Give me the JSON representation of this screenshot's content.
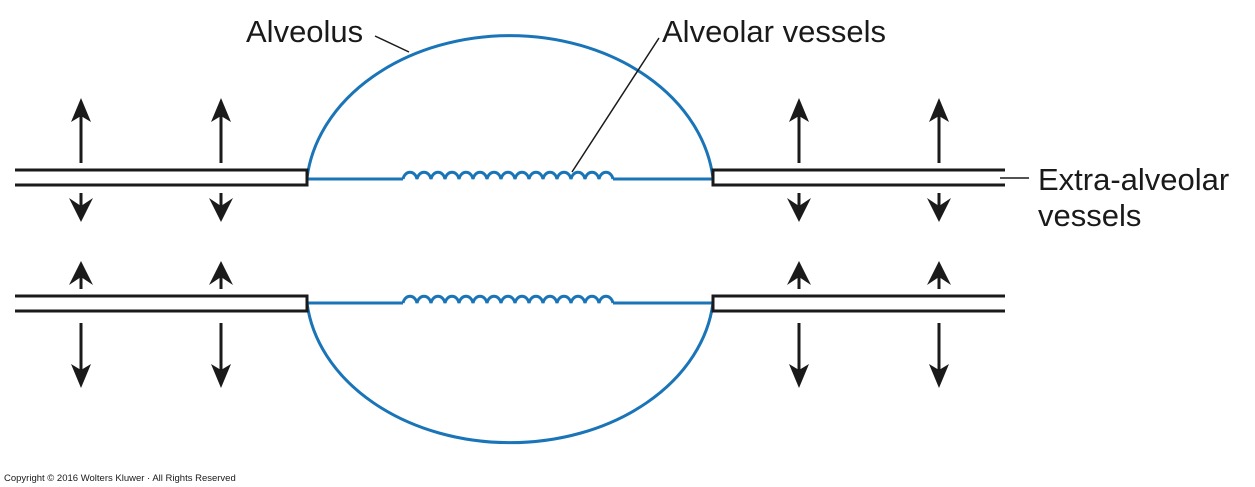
{
  "labels": {
    "alveolus": "Alveolus",
    "alveolar_vessels": "Alveolar vessels",
    "extra_alveolar_line1": "Extra-alveolar",
    "extra_alveolar_line2": "vessels"
  },
  "copyright": "Copyright © 2016 Wolters Kluwer · All Rights Reserved",
  "colors": {
    "alveolus": "#1a74b8",
    "vessel_outline": "#1a1a1a",
    "arrow": "#1a1a1a",
    "background": "#ffffff"
  }
}
